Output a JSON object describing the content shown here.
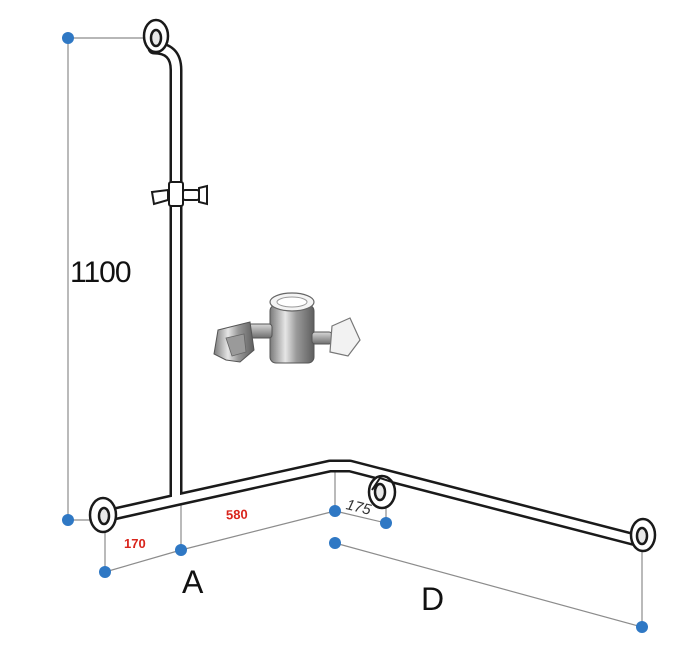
{
  "dimensions": {
    "height": "1100",
    "left_width": "170",
    "top_length": "580",
    "offset": "175"
  },
  "letters": {
    "a": "A",
    "d": "D"
  },
  "colors": {
    "dimension_line": "#8c8c8c",
    "dimension_point": "#2f78c4",
    "rail_outline": "#1a1a1a",
    "accent_text": "#d9251c"
  }
}
